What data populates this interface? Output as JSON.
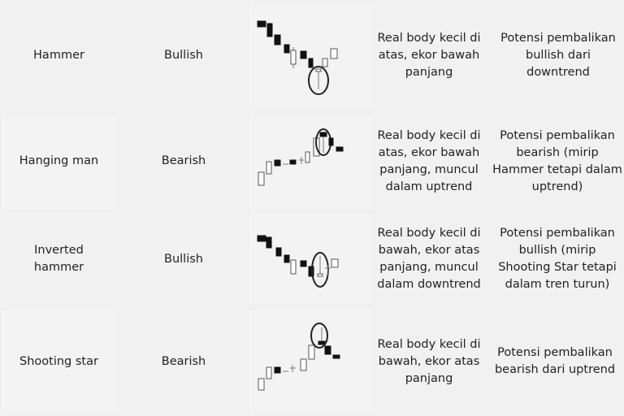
{
  "rows": [
    {
      "pattern": "Hammer",
      "signal": "Bullish",
      "description": "Real body kecil di atas, ekor bawah panjang",
      "meaning": "Potensi pembalikan bullish dari downtrend"
    },
    {
      "pattern": "Hanging man",
      "signal": "Bearish",
      "description": "Real body kecil di atas, ekor bawah panjang, muncul dalam uptrend",
      "meaning": "Potensi pembalikan bearish (mirip Hammer tetapi dalam uptrend)"
    },
    {
      "pattern": "Inverted hammer",
      "signal": "Bullish",
      "description": "Real body kecil di bawah, ekor atas panjang, muncul dalam downtrend",
      "meaning": "Potensi pembalikan bullish (mirip Shooting Star tetapi dalam tren turun)"
    },
    {
      "pattern": "Shooting star",
      "signal": "Bearish",
      "description": "Real body kecil di bawah, ekor atas panjang",
      "meaning": "Potensi pembalikan bearish dari uptrend"
    }
  ]
}
